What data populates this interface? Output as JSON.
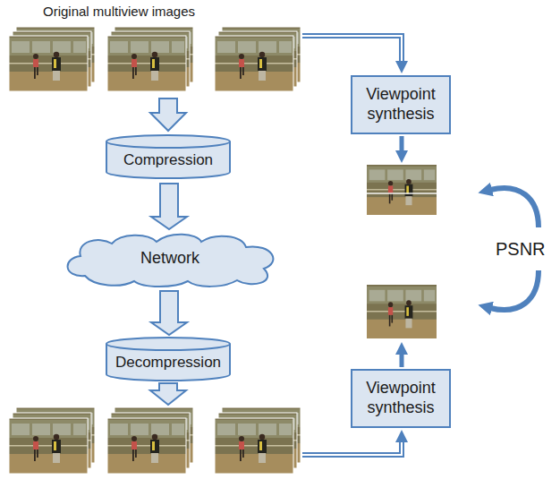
{
  "diagram": {
    "nodes": [
      {
        "text": [
          "Compression"
        ]
      },
      {
        "text": [
          "Network"
        ]
      },
      {
        "text": [
          "Decompression"
        ]
      },
      {
        "text": [
          "Viewpoint synthesis"
        ]
      },
      {
        "text": [
          "Viewpoint synthesis"
        ]
      }
    ],
    "edges": [
      {
        "from": 0,
        "to": 1,
        "arrow": "to"
      },
      {
        "from": 1,
        "to": 2,
        "arrow": "to"
      }
    ],
    "labels": [
      "Original multiview images",
      "PSNR"
    ]
  }
}
